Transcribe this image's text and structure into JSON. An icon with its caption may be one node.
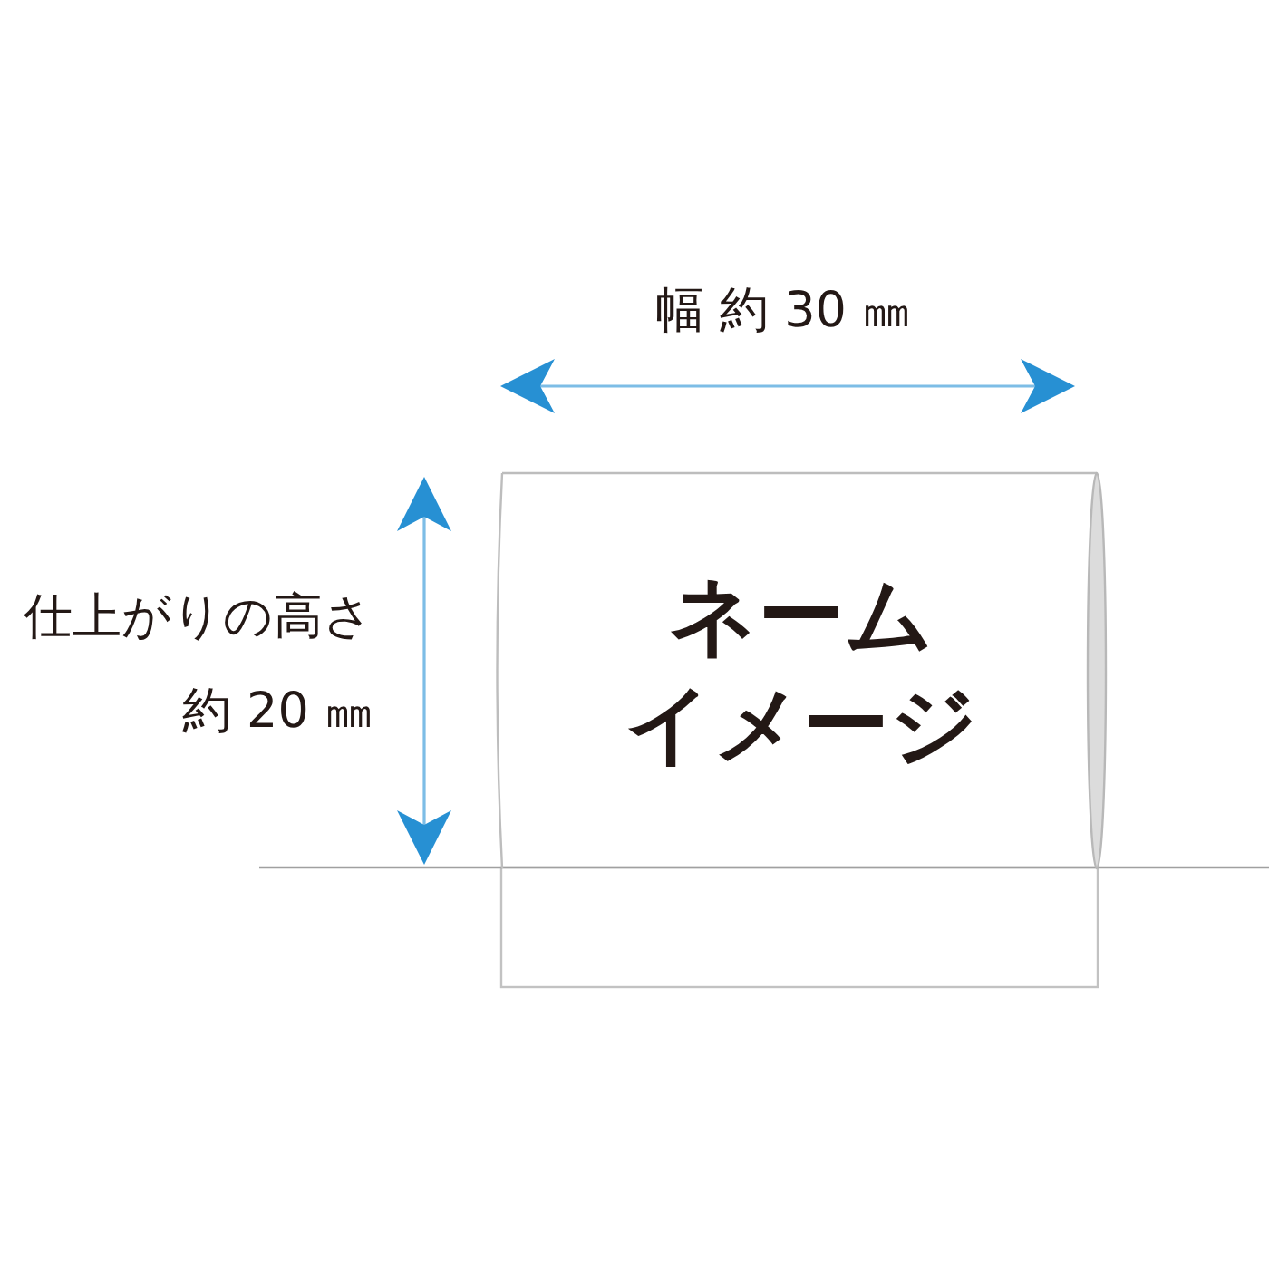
{
  "diagram": {
    "nodes": [
      {
        "text": [
          "ネームイメージ"
        ]
      }
    ],
    "labels": [
      "幅 約 30 ㎜",
      "仕上がりの高さ",
      "約 20 ㎜"
    ]
  }
}
